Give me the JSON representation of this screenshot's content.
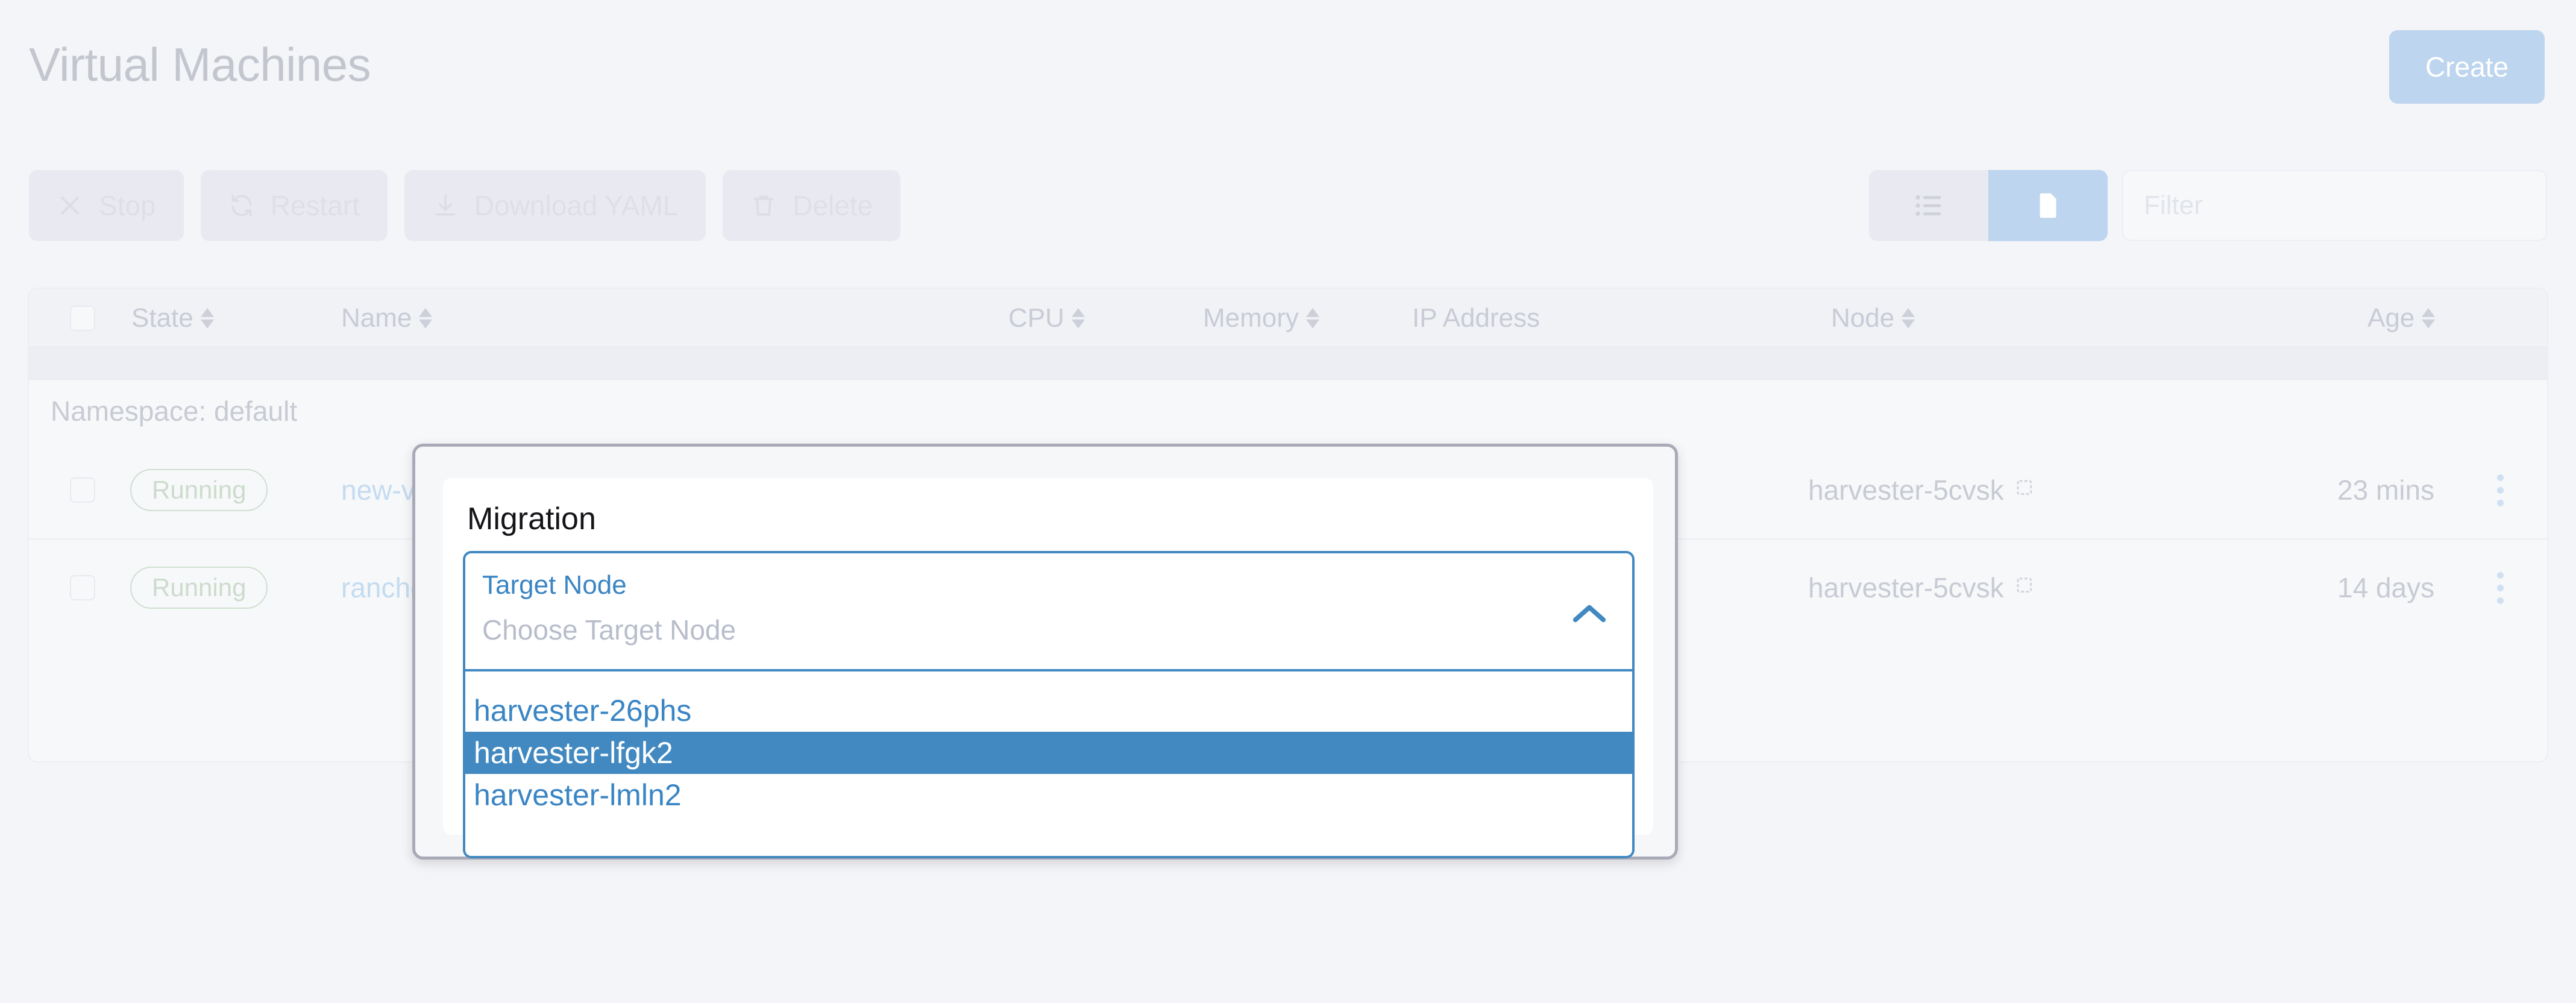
{
  "header": {
    "title": "Virtual Machines",
    "create_label": "Create"
  },
  "toolbar": {
    "buttons": [
      {
        "label": "Stop",
        "icon": "close-icon"
      },
      {
        "label": "Restart",
        "icon": "refresh-icon"
      },
      {
        "label": "Download YAML",
        "icon": "download-icon"
      },
      {
        "label": "Delete",
        "icon": "trash-icon"
      }
    ],
    "view_toggle": [
      {
        "icon": "list-view-icon",
        "active": false
      },
      {
        "icon": "group-view-icon",
        "active": true
      }
    ],
    "filter_placeholder": "Filter"
  },
  "table": {
    "columns": [
      {
        "label": "State",
        "sortable": true
      },
      {
        "label": "Name",
        "sortable": true
      },
      {
        "label": "CPU",
        "sortable": true
      },
      {
        "label": "Memory",
        "sortable": true
      },
      {
        "label": "IP Address",
        "sortable": false
      },
      {
        "label": "Node",
        "sortable": true
      },
      {
        "label": "Age",
        "sortable": true
      }
    ],
    "group_label": "Namespace: default",
    "rows": [
      {
        "state": "Running",
        "name": "new-vm",
        "cpu": "",
        "memory": "",
        "ip_address": "",
        "node": "harvester-5cvsk",
        "age": "23 mins"
      },
      {
        "state": "Running",
        "name": "rancher",
        "cpu": "",
        "memory": "",
        "ip_address": "",
        "node": "harvester-5cvsk",
        "age": "14 days"
      }
    ]
  },
  "modal": {
    "title": "Migration",
    "select": {
      "label": "Target Node",
      "placeholder": "Choose Target Node",
      "expanded": true,
      "chevron": "chevron-up-icon",
      "options": [
        {
          "label": "harvester-26phs",
          "selected": false
        },
        {
          "label": "harvester-lfgk2",
          "selected": true
        },
        {
          "label": "harvester-lmln2",
          "selected": false
        }
      ]
    }
  },
  "colors": {
    "accent_blue": "#4289c1",
    "create_blue": "#bdd5ee",
    "page_bg": "#f4f5f8",
    "badge_green": "#ccdccc",
    "modal_border": "#a9aab8"
  }
}
